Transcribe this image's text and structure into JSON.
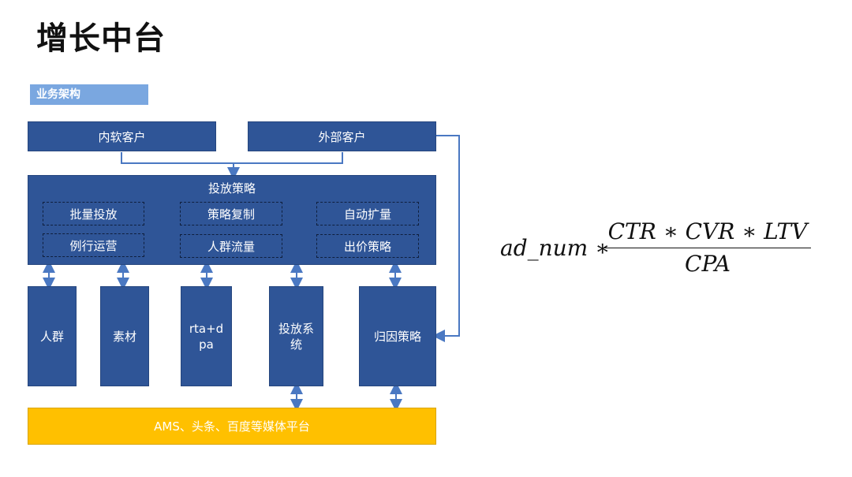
{
  "page": {
    "title": "增长中台",
    "section_tag": "业务架构"
  },
  "diagram": {
    "clients": {
      "internal": "内软客户",
      "external": "外部客户"
    },
    "strategy": {
      "title": "投放策略",
      "items": [
        "批量投放",
        "策略复制",
        "自动扩量",
        "例行运营",
        "人群流量",
        "出价策略"
      ]
    },
    "modules": {
      "audience": "人群",
      "material": "素材",
      "rta_dpa": "rta+dpa",
      "delivery_system": "投放系统",
      "attribution": "归因策略"
    },
    "platform": "AMS、头条、百度等媒体平台"
  },
  "formula": {
    "left": "ad_num ∗",
    "numerator": "CTR ∗ CVR ∗ LTV",
    "denominator": "CPA"
  },
  "colors": {
    "box_blue": "#2f5597",
    "tag_blue": "#7aa7e0",
    "platform_yellow": "#ffc000",
    "connector": "#4a78c2"
  }
}
